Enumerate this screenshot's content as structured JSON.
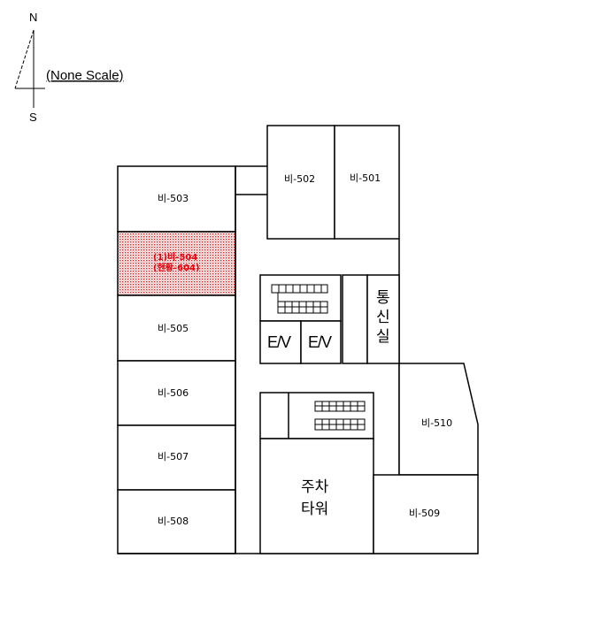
{
  "compass": {
    "north": "N",
    "south": "S",
    "scale_note": "(None Scale)"
  },
  "rooms": {
    "b501": "비-501",
    "b502": "비-502",
    "b503": "비-503",
    "b504_line1": "(1)비-504",
    "b504_line2": "(현황-604)",
    "b505": "비-505",
    "b506": "비-506",
    "b507": "비-507",
    "b508": "비-508",
    "b509": "비-509",
    "b510": "비-510"
  },
  "facilities": {
    "ev1": "E/V",
    "ev2": "E/V",
    "telecom": [
      "통",
      "신",
      "실"
    ],
    "parking_tower_line1": "주차",
    "parking_tower_line2": "타워"
  },
  "colors": {
    "highlight": "#e8000b",
    "line": "#000000"
  }
}
